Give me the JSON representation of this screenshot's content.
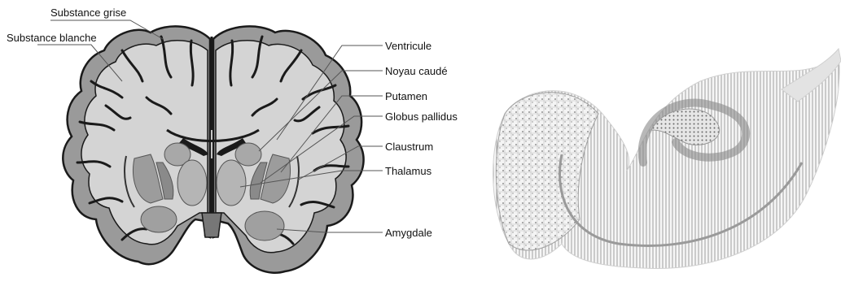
{
  "figure": {
    "brain_section": {
      "labels": [
        "Substance grise",
        "Substance blanche",
        "Ventricule",
        "Noyau caudé",
        "Putamen",
        "Globus pallidus",
        "Claustrum",
        "Thalamus",
        "Amygdale"
      ]
    },
    "colors": {
      "white_matter": "#d4d4d4",
      "grey_matter": "#9a9a9a",
      "outline": "#1a1a1a",
      "deep_nuclei": "#a8a8a8",
      "leader_line": "#555555"
    }
  }
}
